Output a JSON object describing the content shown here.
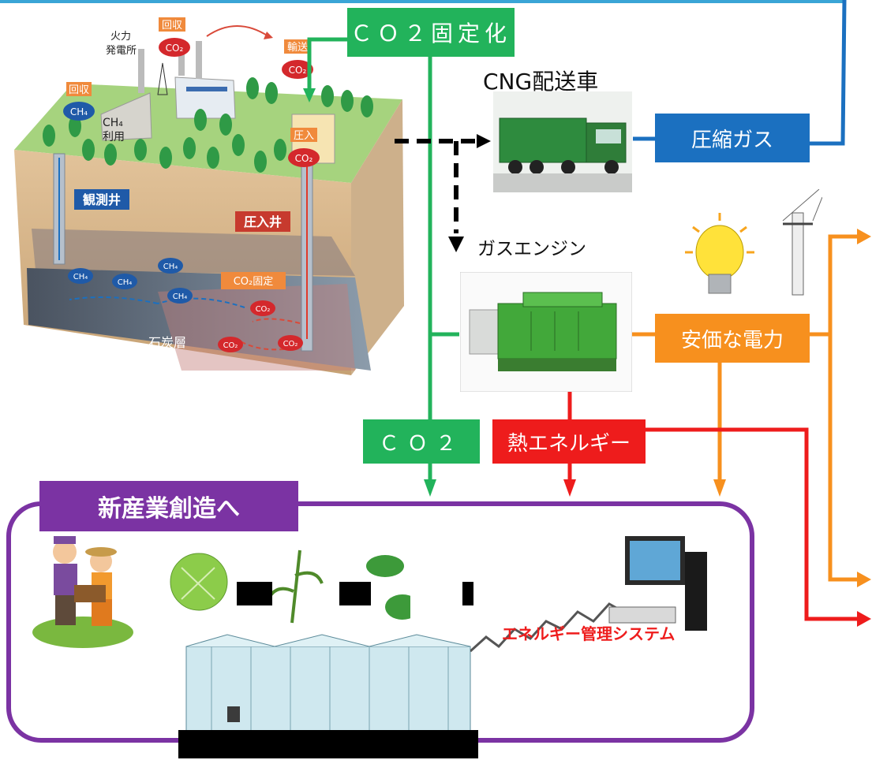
{
  "labels": {
    "co2_fixation": "ＣＯ２固定化",
    "co2": "ＣＯ２",
    "heat_energy": "熱エネルギー",
    "compressed_gas": "圧縮ガス",
    "cheap_power": "安価な電力",
    "cng_truck": "CNG配送車",
    "gas_engine": "ガスエンジン",
    "new_industry": "新産業創造へ",
    "energy_mgmt": "エネルギー管理システム"
  },
  "coal_panel": {
    "recover_ch4": "回収",
    "recover_co2": "回収",
    "transport": "輸送",
    "inject": "圧入",
    "ch4_use": "CH₄\n利用",
    "power_plant": "火力\n発電所",
    "observation_well": "観測井",
    "injection_well": "圧入井",
    "co2_fixation_layer": "CO₂固定",
    "coal_seam": "石炭層",
    "ch4_badge": "CH₄",
    "co2_badge": "CO₂"
  },
  "colors": {
    "green": "#22b35b",
    "red": "#ee1c1c",
    "blue": "#1b70c0",
    "orange": "#f7901e",
    "purple": "#7b33a3"
  }
}
